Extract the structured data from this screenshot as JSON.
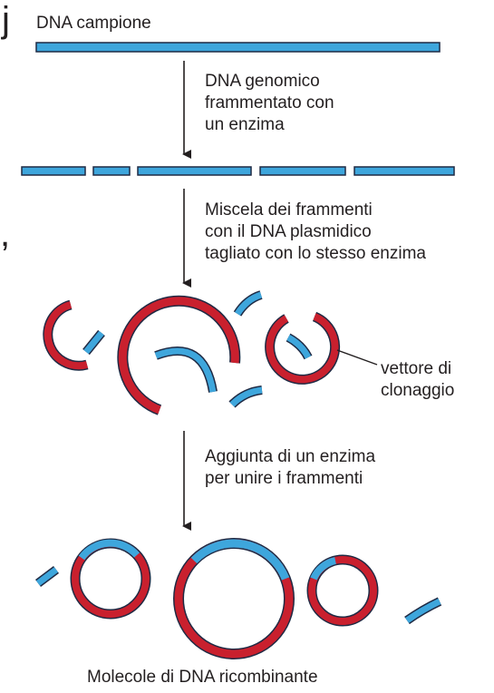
{
  "labels": {
    "sample_dna": "DNA campione",
    "step1": [
      "DNA genomico",
      "frammentato con",
      "un enzima"
    ],
    "step2": [
      "Miscela dei frammenti",
      "con il DNA plasmidico",
      "tagliato con lo stesso enzima"
    ],
    "vector": [
      "vettore di",
      "clonaggio"
    ],
    "step3": [
      "Aggiunta di un enzima",
      "per unire i frammenti"
    ],
    "result": "Molecole di DNA ricombinante"
  },
  "edge_marks": [
    "j",
    ","
  ],
  "colors": {
    "dna_fragment": "#3ea6dc",
    "plasmid": "#c9202e",
    "outline": "#1f2a44",
    "arrow": "#231f20"
  }
}
